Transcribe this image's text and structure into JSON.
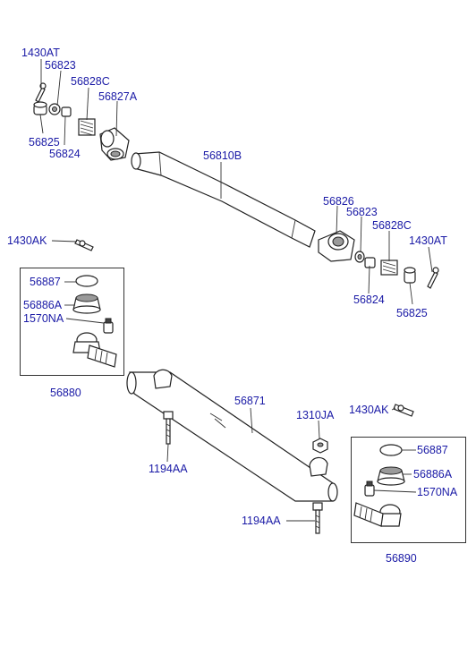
{
  "labels": {
    "p1430AT_top": "1430AT",
    "p56823_top": "56823",
    "p56828C_top": "56828C",
    "p56827A": "56827A",
    "p56825_top": "56825",
    "p56824_top": "56824",
    "p56810B": "56810B",
    "p56826": "56826",
    "p56823_right": "56823",
    "p56828C_right": "56828C",
    "p1430AT_right": "1430AT",
    "p1430AK_left": "1430AK",
    "p56824_right": "56824",
    "p56825_right": "56825",
    "p56887_left": "56887",
    "p56886A_left": "56886A",
    "p1570NA_left": "1570NA",
    "p56880": "56880",
    "p56871": "56871",
    "p1310JA": "1310JA",
    "p1430AK_right": "1430AK",
    "p1194AA_left": "1194AA",
    "p56887_right": "56887",
    "p56886A_right": "56886A",
    "p1570NA_right": "1570NA",
    "p1194AA_right": "1194AA",
    "p56890": "56890"
  }
}
